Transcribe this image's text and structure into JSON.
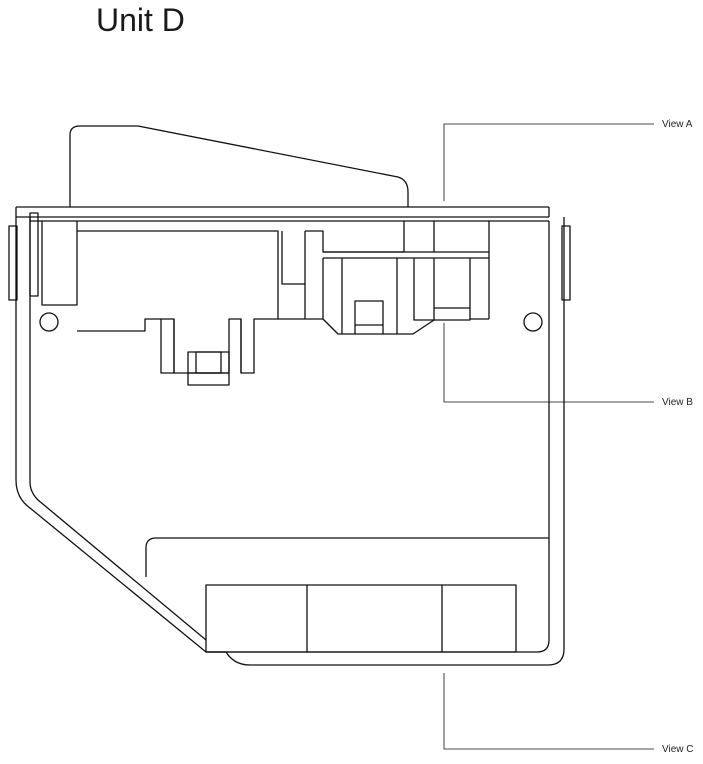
{
  "title": "Unit D",
  "callouts": {
    "view_a": "View A",
    "view_b": "View B",
    "view_c": "View C"
  }
}
